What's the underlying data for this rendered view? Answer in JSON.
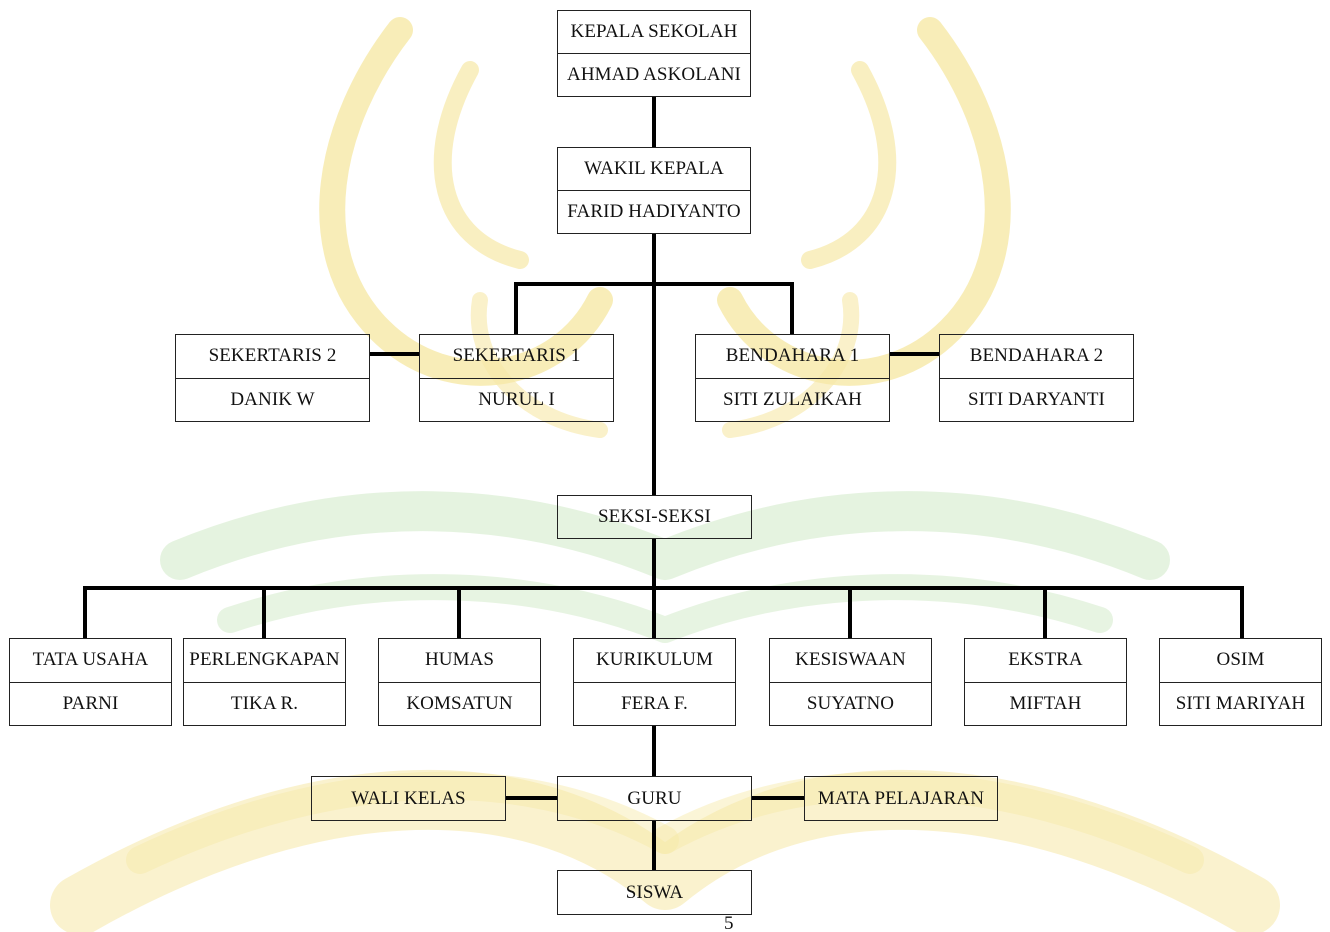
{
  "chart": {
    "head": {
      "role": "KEPALA SEKOLAH",
      "name": "AHMAD ASKOLANI"
    },
    "deputy": {
      "role": "WAKIL KEPALA",
      "name": "FARID HADIYANTO"
    },
    "secretary2": {
      "role": "SEKERTARIS 2",
      "name": "DANIK W"
    },
    "secretary1": {
      "role": "SEKERTARIS 1",
      "name": "NURUL I"
    },
    "treasurer1": {
      "role": "BENDAHARA 1",
      "name": "SITI ZULAIKAH"
    },
    "treasurer2": {
      "role": "BENDAHARA 2",
      "name": "SITI DARYANTI"
    },
    "sections_label": "SEKSI-SEKSI",
    "sections": [
      {
        "role": "TATA USAHA",
        "name": "PARNI"
      },
      {
        "role": "PERLENGKAPAN",
        "name": "TIKA R."
      },
      {
        "role": "HUMAS",
        "name": "KOMSATUN"
      },
      {
        "role": "KURIKULUM",
        "name": "FERA F."
      },
      {
        "role": "KESISWAAN",
        "name": "SUYATNO"
      },
      {
        "role": "EKSTRA",
        "name": "MIFTAH"
      },
      {
        "role": "OSIM",
        "name": "SITI MARIYAH"
      }
    ],
    "homeroom_label": "WALI KELAS",
    "teacher_label": "GURU",
    "subject_label": "MATA PELAJARAN",
    "student_label": "SISWA"
  },
  "page_number": "5",
  "watermark_colors": [
    "#f6e8a6",
    "#cfe9c6"
  ]
}
